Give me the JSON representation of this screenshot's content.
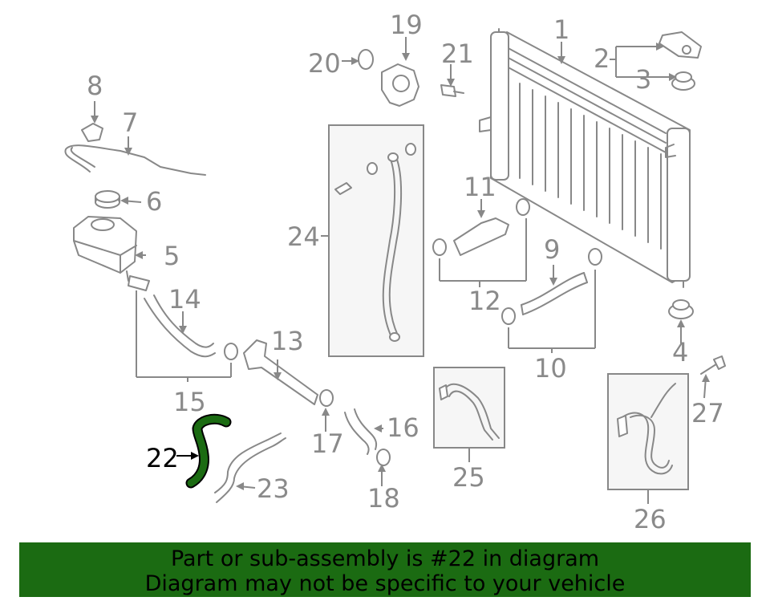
{
  "labels": {
    "l1": "1",
    "l2": "2",
    "l3": "3",
    "l4": "4",
    "l5": "5",
    "l6": "6",
    "l7": "7",
    "l8": "8",
    "l9": "9",
    "l10": "10",
    "l11": "11",
    "l12": "12",
    "l13": "13",
    "l14": "14",
    "l15": "15",
    "l16": "16",
    "l17": "17",
    "l18": "18",
    "l19": "19",
    "l20": "20",
    "l21": "21",
    "l22": "22",
    "l23": "23",
    "l24": "24",
    "l25": "25",
    "l26": "26",
    "l27": "27"
  },
  "highlight": {
    "part_number": "22",
    "color": "#1b6b12"
  },
  "banner": {
    "line1": "Part or sub-assembly is #22 in diagram",
    "line2": "Diagram may not be specific to your vehicle",
    "background": "#1b6b12"
  }
}
